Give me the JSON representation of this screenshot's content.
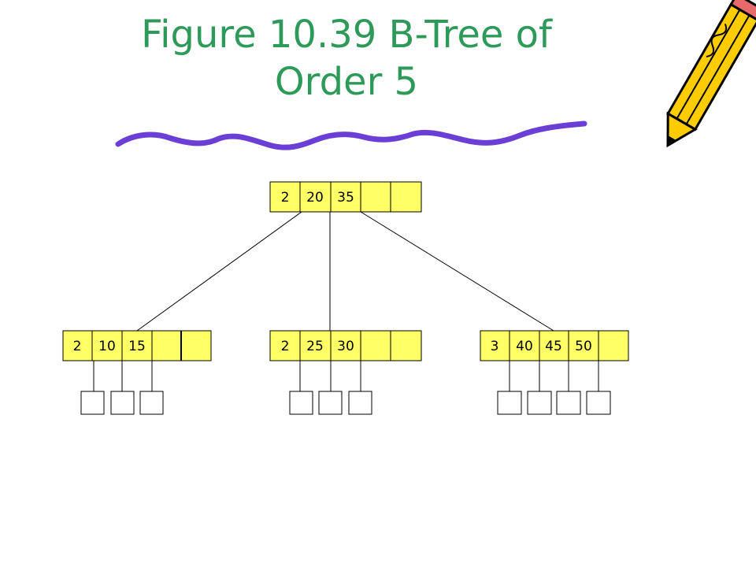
{
  "slide": {
    "title_line1": "Figure 10.39 B-Tree of",
    "title_line2": "Order 5",
    "decorations": [
      "wavy-underline",
      "pencil-icon"
    ]
  },
  "colors": {
    "title": "#2e9a5a",
    "underline": "#6b3fd6",
    "node_fill": "#ffff66",
    "line": "#000000",
    "pencil_body": "#ffcc00",
    "pencil_tip": "#e86a6a"
  },
  "tree": {
    "order": 5,
    "root": {
      "cells": [
        "2",
        "20",
        "35",
        "",
        ""
      ]
    },
    "children": [
      {
        "cells": [
          "2",
          "10",
          "15",
          "",
          ""
        ],
        "subtrees": 3
      },
      {
        "cells": [
          "2",
          "25",
          "30",
          "",
          ""
        ],
        "subtrees": 3
      },
      {
        "cells": [
          "3",
          "40",
          "45",
          "50",
          ""
        ],
        "subtrees": 4
      }
    ]
  }
}
